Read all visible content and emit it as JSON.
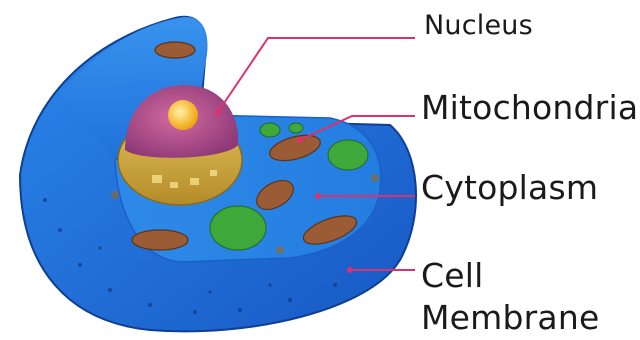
{
  "labels": {
    "nucleus": "Nucleus",
    "mitochondria": "Mitochondria",
    "cytoplasm": "Cytoplasm",
    "cell_membrane_line1": "Cell",
    "cell_membrane_line2": "Membrane"
  },
  "colors": {
    "leader_line": "#e0306a",
    "cell_body": "#1f6fd6",
    "cell_wall_dark": "#0e3f93",
    "nucleus_envelope": "#c9a63a",
    "nucleus_inner": "#c05a8e",
    "nucleolus": "#f5b81a",
    "mitochondria": "#9a5b35",
    "chloroplast_like": "#3ea83b"
  }
}
